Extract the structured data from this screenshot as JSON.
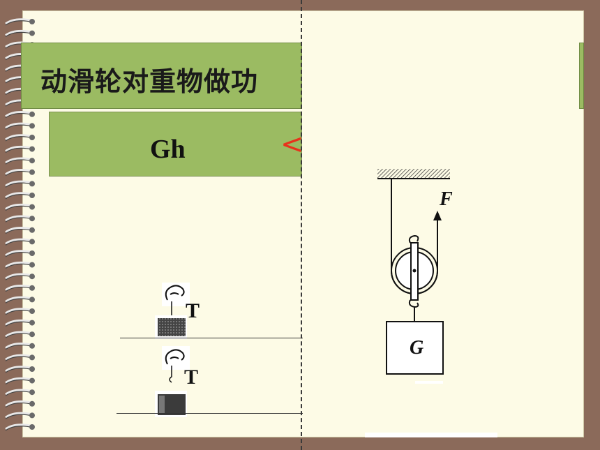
{
  "title": "动滑轮对重物做功",
  "work_formula": "Gh",
  "comparison_symbol": "<",
  "diagram": {
    "force_label": "F",
    "weight_label": "G",
    "tension_label_top": "T",
    "tension_label_bottom": "T"
  }
}
